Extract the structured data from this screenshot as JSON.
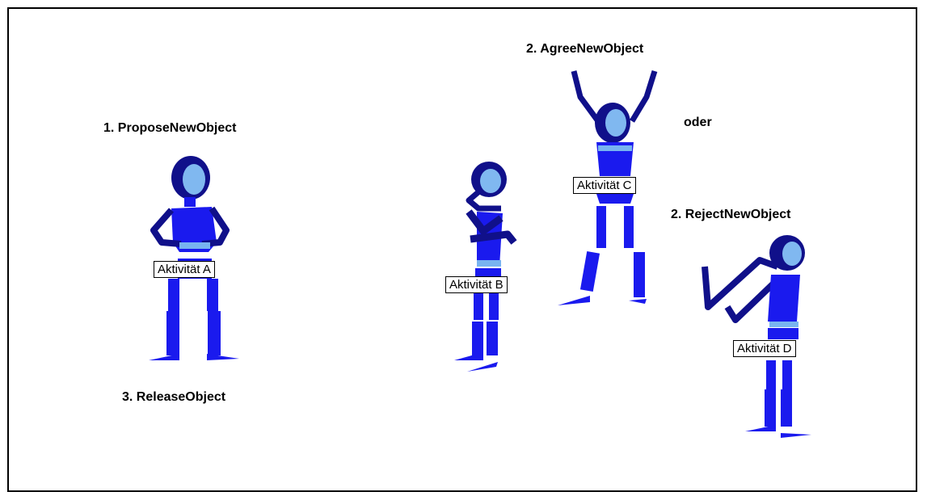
{
  "labels": {
    "propose": "1. ProposeNewObject",
    "release": "3. ReleaseObject",
    "agree": "2. AgreeNewObject",
    "oder": "oder",
    "reject": "2. RejectNewObject"
  },
  "activities": {
    "a": "Aktivität A",
    "b": "Aktivität B",
    "c": "Aktivität C",
    "d": "Aktivität D"
  },
  "colors": {
    "body": "#1a1aee",
    "outline": "#10108a",
    "face": "#80b8f0",
    "belt": "#78b4f0"
  }
}
